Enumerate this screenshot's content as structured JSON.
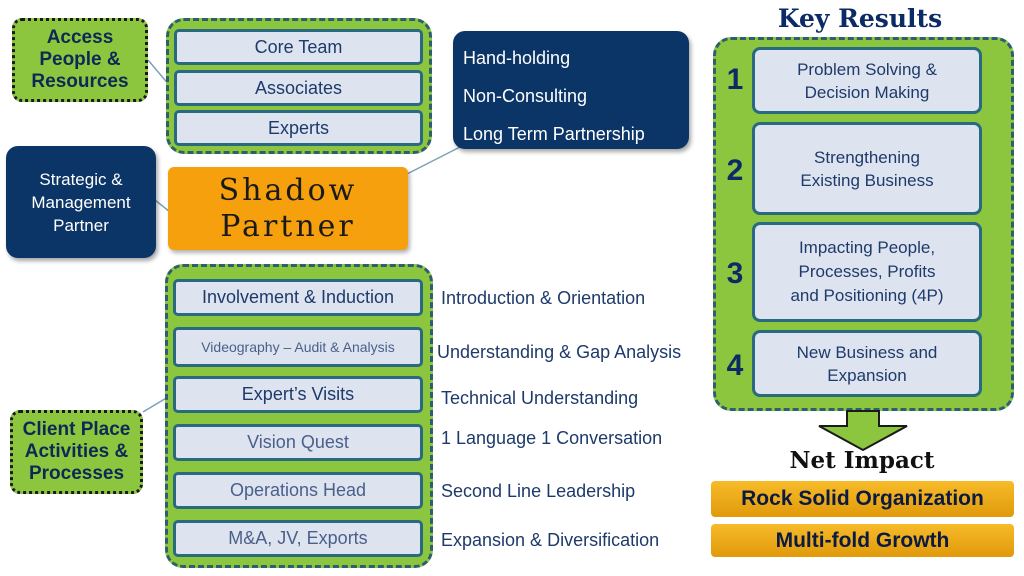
{
  "resources": {
    "tag": [
      "Access",
      "People &",
      "Resources"
    ],
    "items": [
      "Core Team",
      "Associates",
      "Experts"
    ]
  },
  "approach": [
    "Hand-holding",
    "Non-Consulting",
    "Long Term Partnership"
  ],
  "role": [
    "Strategic &",
    "Management",
    "Partner"
  ],
  "center": [
    "Shadow",
    "Partner"
  ],
  "activities": {
    "tag": [
      "Client Place",
      "Activities &",
      "Processes"
    ],
    "items": [
      {
        "label": "Involvement & Induction",
        "note": "Introduction & Orientation"
      },
      {
        "label": "Videography – Audit & Analysis",
        "note": "Understanding & Gap Analysis"
      },
      {
        "label": "Expert’s Visits",
        "note": "Technical Understanding"
      },
      {
        "label": "Vision Quest",
        "note": "1 Language 1 Conversation"
      },
      {
        "label": "Operations Head",
        "note": "Second Line Leadership"
      },
      {
        "label": "M&A, JV, Exports",
        "note": "Expansion & Diversification"
      }
    ]
  },
  "key_results": {
    "title": "Key Results",
    "items": [
      {
        "num": "1",
        "label": [
          "Problem Solving &",
          "Decision Making"
        ]
      },
      {
        "num": "2",
        "label": [
          "Strengthening",
          "Existing Business"
        ]
      },
      {
        "num": "3",
        "label": [
          "Impacting People,",
          "Processes, Profits",
          "and Positioning (4P)"
        ]
      },
      {
        "num": "4",
        "label": [
          "New Business and",
          "Expansion"
        ]
      }
    ]
  },
  "net_impact": {
    "title": "Net Impact",
    "outcomes": [
      "Rock Solid Organization",
      "Multi-fold Growth"
    ]
  },
  "colors": {
    "green": "#8cc63f",
    "navy": "#0b3566",
    "orange": "#f5a00c",
    "gold": "#f2b01e",
    "box_fill": "#dde4f0"
  }
}
